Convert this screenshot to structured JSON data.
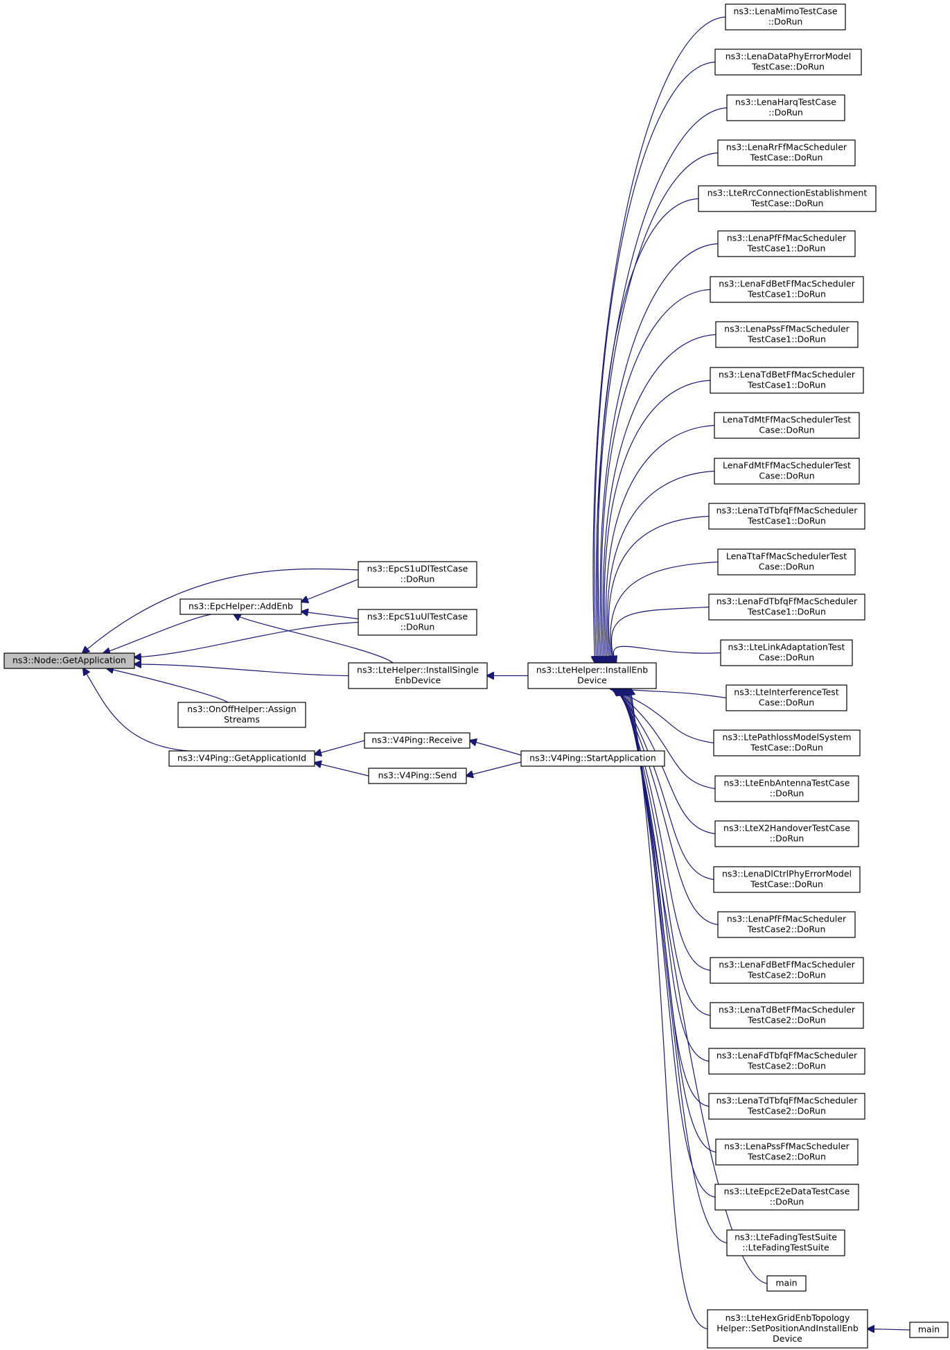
{
  "graph": {
    "current_node": "ns3::Node::GetApplication",
    "nodes": [
      {
        "id": "get_application",
        "lines": [
          "ns3::Node::GetApplication"
        ]
      },
      {
        "id": "add_enb",
        "lines": [
          "ns3::EpcHelper::AddEnb"
        ]
      },
      {
        "id": "onoff_assign",
        "lines": [
          "ns3::OnOffHelper::Assign",
          "Streams"
        ]
      },
      {
        "id": "v4ping_getappid",
        "lines": [
          "ns3::V4Ping::GetApplicationId"
        ]
      },
      {
        "id": "epc_s1u_dl",
        "lines": [
          "ns3::EpcS1uDlTestCase",
          "::DoRun"
        ]
      },
      {
        "id": "epc_s1u_ul",
        "lines": [
          "ns3::EpcS1uUlTestCase",
          "::DoRun"
        ]
      },
      {
        "id": "install_single",
        "lines": [
          "ns3::LteHelper::InstallSingle",
          "EnbDevice"
        ]
      },
      {
        "id": "v4ping_receive",
        "lines": [
          "ns3::V4Ping::Receive"
        ]
      },
      {
        "id": "v4ping_send",
        "lines": [
          "ns3::V4Ping::Send"
        ]
      },
      {
        "id": "install_enb",
        "lines": [
          "ns3::LteHelper::InstallEnb",
          "Device"
        ]
      },
      {
        "id": "v4ping_start",
        "lines": [
          "ns3::V4Ping::StartApplication"
        ]
      },
      {
        "id": "r01",
        "lines": [
          "ns3::LenaMimoTestCase",
          "::DoRun"
        ]
      },
      {
        "id": "r02",
        "lines": [
          "ns3::LenaDataPhyErrorModel",
          "TestCase::DoRun"
        ]
      },
      {
        "id": "r03",
        "lines": [
          "ns3::LenaHarqTestCase",
          "::DoRun"
        ]
      },
      {
        "id": "r04",
        "lines": [
          "ns3::LenaRrFfMacScheduler",
          "TestCase::DoRun"
        ]
      },
      {
        "id": "r05",
        "lines": [
          "ns3::LteRrcConnectionEstablishment",
          "TestCase::DoRun"
        ]
      },
      {
        "id": "r06",
        "lines": [
          "ns3::LenaPfFfMacScheduler",
          "TestCase1::DoRun"
        ]
      },
      {
        "id": "r07",
        "lines": [
          "ns3::LenaFdBetFfMacScheduler",
          "TestCase1::DoRun"
        ]
      },
      {
        "id": "r08",
        "lines": [
          "ns3::LenaPssFfMacScheduler",
          "TestCase1::DoRun"
        ]
      },
      {
        "id": "r09",
        "lines": [
          "ns3::LenaTdBetFfMacScheduler",
          "TestCase1::DoRun"
        ]
      },
      {
        "id": "r10",
        "lines": [
          "LenaTdMtFfMacSchedulerTest",
          "Case::DoRun"
        ]
      },
      {
        "id": "r11",
        "lines": [
          "LenaFdMtFfMacSchedulerTest",
          "Case::DoRun"
        ]
      },
      {
        "id": "r12",
        "lines": [
          "ns3::LenaTdTbfqFfMacScheduler",
          "TestCase1::DoRun"
        ]
      },
      {
        "id": "r13",
        "lines": [
          "LenaTtaFfMacSchedulerTest",
          "Case::DoRun"
        ]
      },
      {
        "id": "r14",
        "lines": [
          "ns3::LenaFdTbfqFfMacScheduler",
          "TestCase1::DoRun"
        ]
      },
      {
        "id": "r15",
        "lines": [
          "ns3::LteLinkAdaptationTest",
          "Case::DoRun"
        ]
      },
      {
        "id": "r16",
        "lines": [
          "ns3::LteInterferenceTest",
          "Case::DoRun"
        ]
      },
      {
        "id": "r17",
        "lines": [
          "ns3::LtePathlossModelSystem",
          "TestCase::DoRun"
        ]
      },
      {
        "id": "r18",
        "lines": [
          "ns3::LteEnbAntennaTestCase",
          "::DoRun"
        ]
      },
      {
        "id": "r19",
        "lines": [
          "ns3::LteX2HandoverTestCase",
          "::DoRun"
        ]
      },
      {
        "id": "r20",
        "lines": [
          "ns3::LenaDlCtrlPhyErrorModel",
          "TestCase::DoRun"
        ]
      },
      {
        "id": "r21",
        "lines": [
          "ns3::LenaPfFfMacScheduler",
          "TestCase2::DoRun"
        ]
      },
      {
        "id": "r22",
        "lines": [
          "ns3::LenaFdBetFfMacScheduler",
          "TestCase2::DoRun"
        ]
      },
      {
        "id": "r23",
        "lines": [
          "ns3::LenaTdBetFfMacScheduler",
          "TestCase2::DoRun"
        ]
      },
      {
        "id": "r24",
        "lines": [
          "ns3::LenaFdTbfqFfMacScheduler",
          "TestCase2::DoRun"
        ]
      },
      {
        "id": "r25",
        "lines": [
          "ns3::LenaTdTbfqFfMacScheduler",
          "TestCase2::DoRun"
        ]
      },
      {
        "id": "r26",
        "lines": [
          "ns3::LenaPssFfMacScheduler",
          "TestCase2::DoRun"
        ]
      },
      {
        "id": "r27",
        "lines": [
          "ns3::LteEpcE2eDataTestCase",
          "::DoRun"
        ]
      },
      {
        "id": "r28",
        "lines": [
          "ns3::LteFadingTestSuite",
          "::LteFadingTestSuite"
        ]
      },
      {
        "id": "r29",
        "lines": [
          "main"
        ]
      },
      {
        "id": "r30",
        "lines": [
          "ns3::LteHexGridEnbTopology",
          "Helper::SetPositionAndInstallEnb",
          "Device"
        ]
      },
      {
        "id": "main2",
        "lines": [
          "main"
        ]
      }
    ],
    "edges": [
      [
        "add_enb",
        "get_application"
      ],
      [
        "onoff_assign",
        "get_application"
      ],
      [
        "v4ping_getappid",
        "get_application"
      ],
      [
        "epc_s1u_dl",
        "get_application"
      ],
      [
        "epc_s1u_ul",
        "get_application"
      ],
      [
        "install_single",
        "get_application"
      ],
      [
        "epc_s1u_dl",
        "add_enb"
      ],
      [
        "epc_s1u_ul",
        "add_enb"
      ],
      [
        "install_single",
        "add_enb"
      ],
      [
        "v4ping_receive",
        "v4ping_getappid"
      ],
      [
        "v4ping_send",
        "v4ping_getappid"
      ],
      [
        "install_enb",
        "install_single"
      ],
      [
        "v4ping_start",
        "v4ping_receive"
      ],
      [
        "v4ping_start",
        "v4ping_send"
      ],
      [
        "r01",
        "install_enb"
      ],
      [
        "r02",
        "install_enb"
      ],
      [
        "r03",
        "install_enb"
      ],
      [
        "r04",
        "install_enb"
      ],
      [
        "r05",
        "install_enb"
      ],
      [
        "r06",
        "install_enb"
      ],
      [
        "r07",
        "install_enb"
      ],
      [
        "r08",
        "install_enb"
      ],
      [
        "r09",
        "install_enb"
      ],
      [
        "r10",
        "install_enb"
      ],
      [
        "r11",
        "install_enb"
      ],
      [
        "r12",
        "install_enb"
      ],
      [
        "r13",
        "install_enb"
      ],
      [
        "r14",
        "install_enb"
      ],
      [
        "r15",
        "install_enb"
      ],
      [
        "r16",
        "install_enb"
      ],
      [
        "r17",
        "install_enb"
      ],
      [
        "r18",
        "install_enb"
      ],
      [
        "r19",
        "install_enb"
      ],
      [
        "r20",
        "install_enb"
      ],
      [
        "r21",
        "install_enb"
      ],
      [
        "r22",
        "install_enb"
      ],
      [
        "r23",
        "install_enb"
      ],
      [
        "r24",
        "install_enb"
      ],
      [
        "r25",
        "install_enb"
      ],
      [
        "r26",
        "install_enb"
      ],
      [
        "r27",
        "install_enb"
      ],
      [
        "r28",
        "install_enb"
      ],
      [
        "r29",
        "install_enb"
      ],
      [
        "r30",
        "install_enb"
      ],
      [
        "main2",
        "r30"
      ]
    ],
    "colors": {
      "edge": "#191970",
      "current_fill": "#bfbfbf",
      "node_fill": "#ffffff",
      "node_border": "#000000"
    }
  }
}
